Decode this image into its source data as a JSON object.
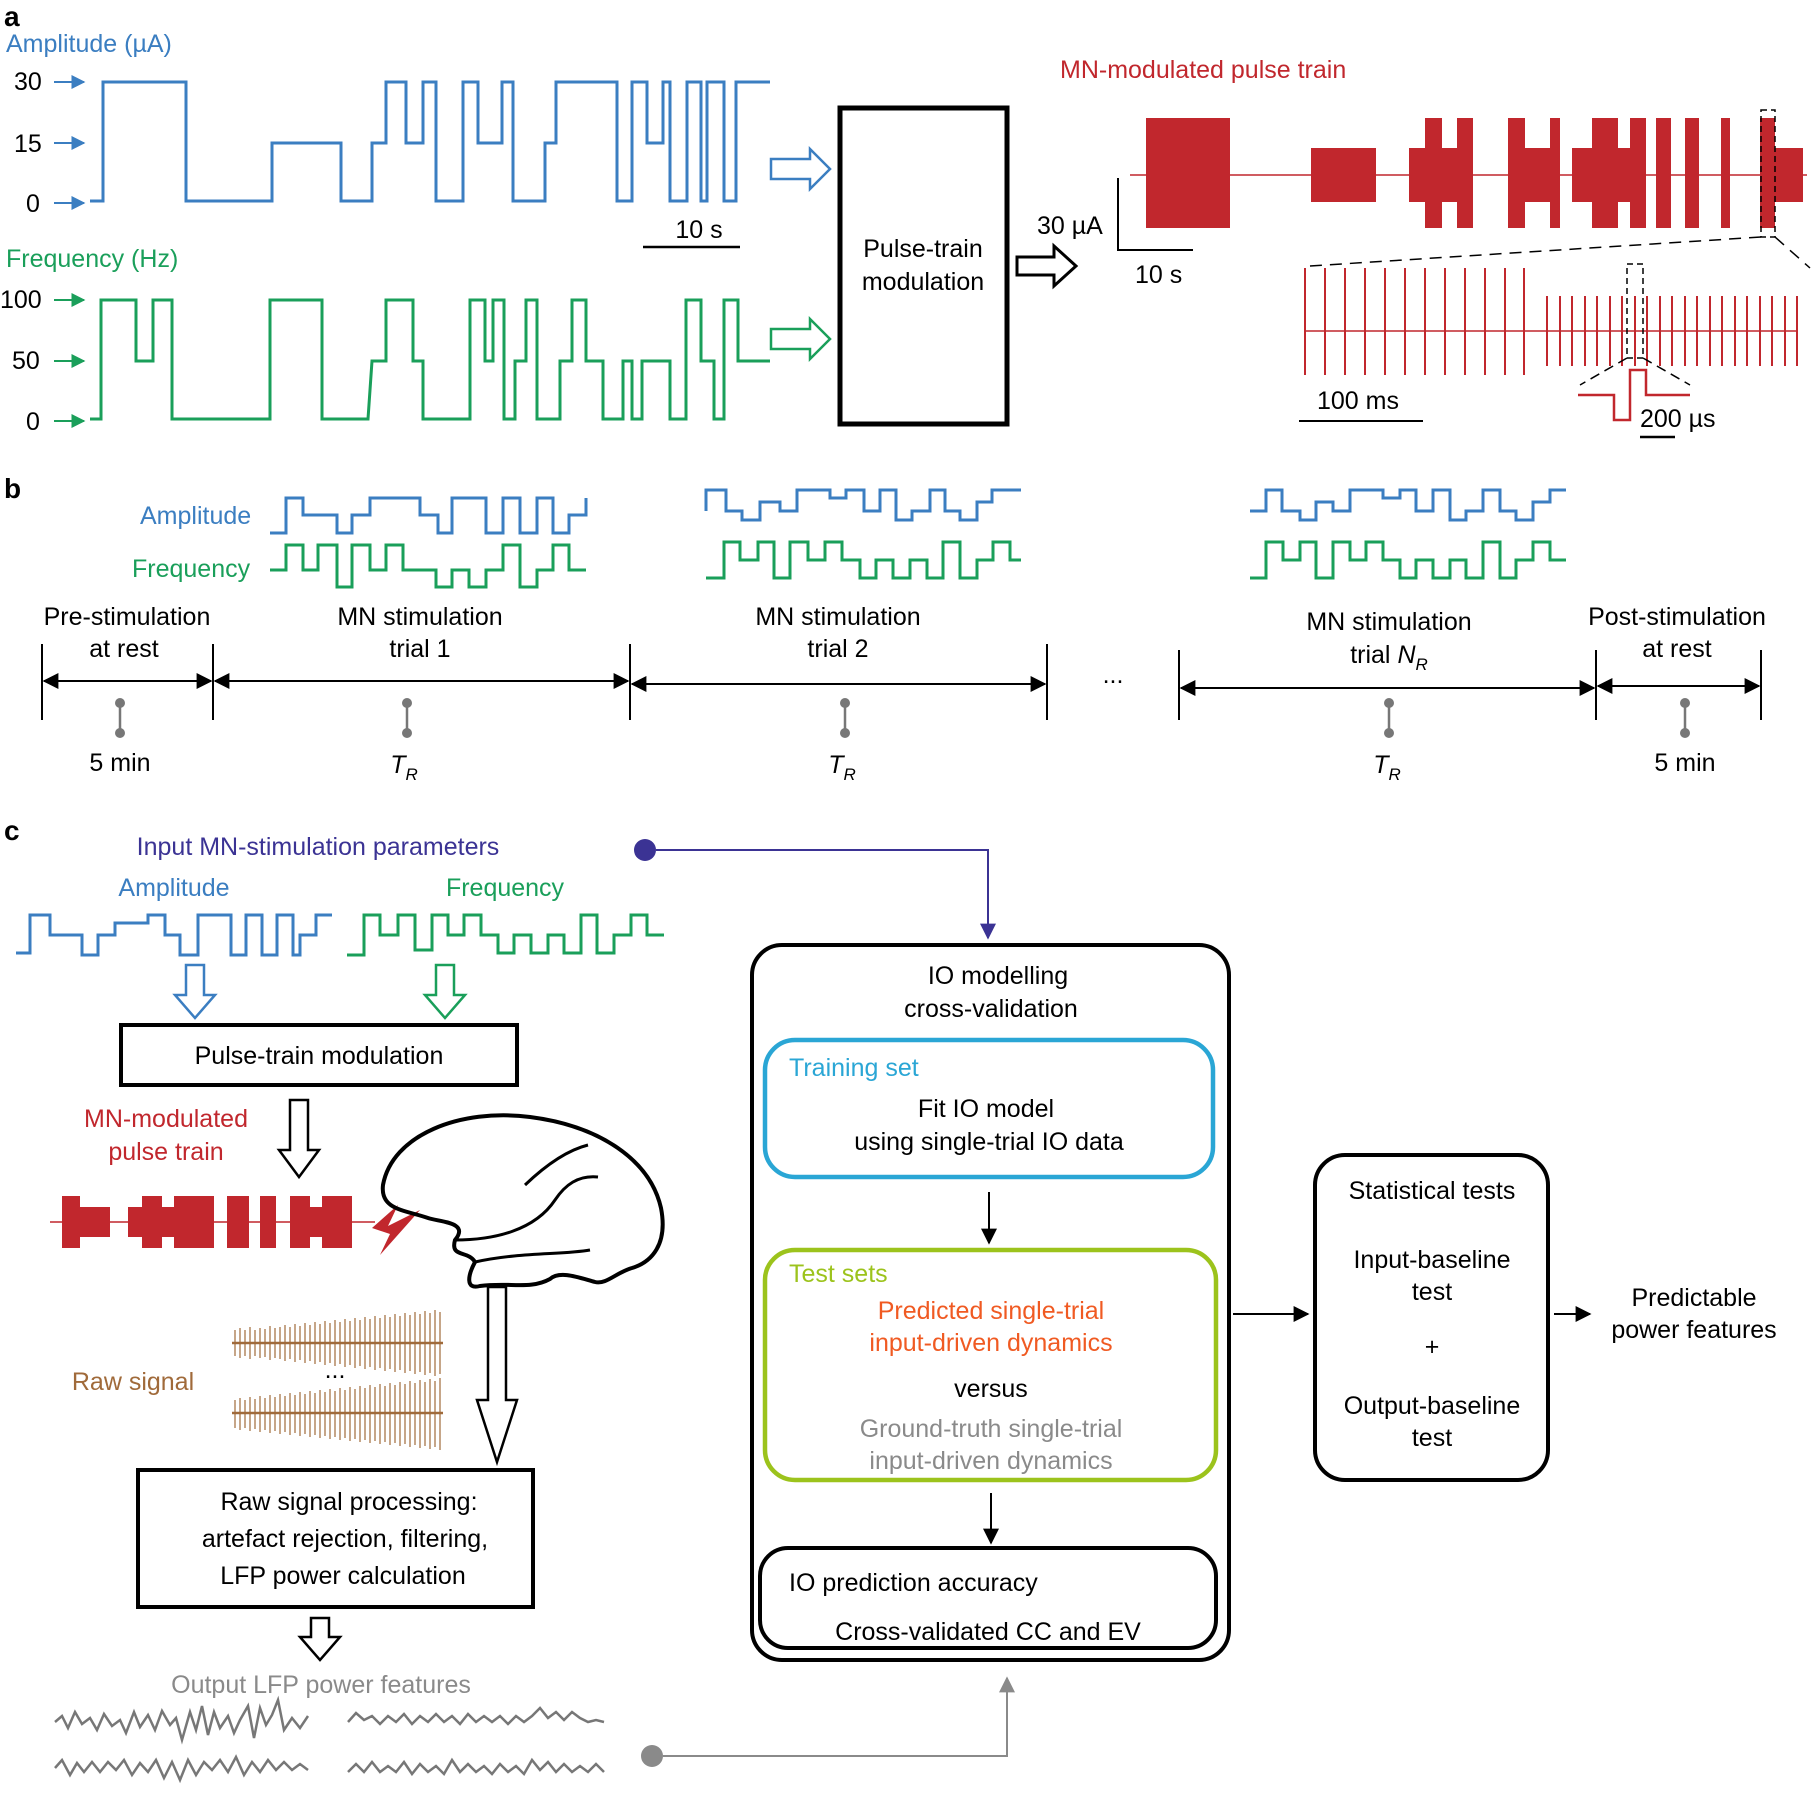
{
  "palette": {
    "amplitude": "#3b7ec1",
    "frequency": "#1a9f5a",
    "pulse": "#c1272d",
    "training": "#2aa6d5",
    "test": "#9cc31c",
    "predicted": "#f05a22",
    "ground_truth": "#8a8a8a",
    "input_params": "#3b3394",
    "raw_signal": "#a06a3a"
  },
  "panel_a": {
    "label": "a",
    "amplitude_title": "Amplitude (µA)",
    "amplitude_ticks": [
      "30",
      "15",
      "0"
    ],
    "frequency_title": "Frequency (Hz)",
    "frequency_ticks": [
      "100",
      "50",
      "0"
    ],
    "scale_10s": "10 s",
    "box_line1": "Pulse-train",
    "box_line2": "modulation",
    "pulse_title": "MN-modulated pulse train",
    "scale_30ua": "30 µA",
    "scale_10s_pulse": "10 s",
    "scale_100ms": "100 ms",
    "scale_200us": "200 µs"
  },
  "panel_b": {
    "label": "b",
    "amplitude": "Amplitude",
    "frequency": "Frequency",
    "pre_line1": "Pre-stimulation",
    "pre_line2": "at rest",
    "trial1_line1": "MN stimulation",
    "trial1_line2": "trial 1",
    "trial2_line1": "MN stimulation",
    "trial2_line2": "trial 2",
    "trialN_line1": "MN stimulation",
    "trialN_line2": "trial ",
    "trialN_var": "N",
    "trialN_sub": "R",
    "post_line1": "Post-stimulation",
    "post_line2": "at rest",
    "ellipsis": "...",
    "dur_pre": "5 min",
    "dur_post": "5 min",
    "dur_T": "T",
    "dur_T_sub": "R"
  },
  "panel_c": {
    "label": "c",
    "input_title": "Input MN-stimulation parameters",
    "amplitude": "Amplitude",
    "frequency": "Frequency",
    "ptm_box": "Pulse-train modulation",
    "pulse_line1": "MN-modulated",
    "pulse_line2": "pulse train",
    "raw_signal": "Raw signal",
    "raw_ellipsis": "...",
    "proc_line1": "Raw signal processing:",
    "proc_line2": "artefact rejection, filtering,",
    "proc_line3": "LFP power calculation",
    "output_title": "Output LFP power features",
    "io_line1": "IO modelling",
    "io_line2": "cross-validation",
    "training_title": "Training set",
    "training_line1": "Fit IO model",
    "training_line2": "using single-trial IO data",
    "test_title": "Test sets",
    "predicted_line1": "Predicted single-trial",
    "predicted_line2": "input-driven dynamics",
    "versus": "versus",
    "gt_line1": "Ground-truth single-trial",
    "gt_line2": "input-driven dynamics",
    "acc_title": "IO prediction accuracy",
    "acc_line": "Cross-validated CC and EV",
    "stat_title": "Statistical tests",
    "stat_line1": "Input-baseline",
    "stat_line2": "test",
    "stat_plus": "+",
    "stat_line3": "Output-baseline",
    "stat_line4": "test",
    "result_line1": "Predictable",
    "result_line2": "power features"
  }
}
